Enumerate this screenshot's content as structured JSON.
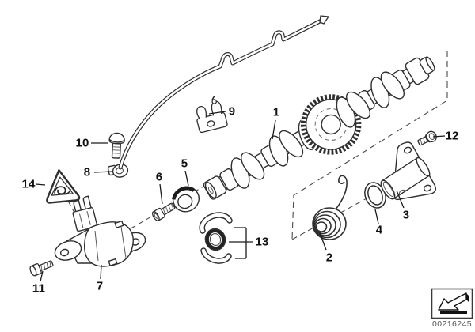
{
  "diagram": {
    "background": "#ffffff",
    "line_color": "#2f2f2f",
    "callouts": [
      {
        "label": "1"
      },
      {
        "label": "2"
      },
      {
        "label": "3"
      },
      {
        "label": "4"
      },
      {
        "label": "5"
      },
      {
        "label": "6"
      },
      {
        "label": "7"
      },
      {
        "label": "8"
      },
      {
        "label": "9"
      },
      {
        "label": "10"
      },
      {
        "label": "11"
      },
      {
        "label": "12"
      },
      {
        "label": "13"
      },
      {
        "label": "14"
      }
    ],
    "icons": {
      "warning_triangle": "warning-triangle-icon",
      "nav_arrow": "arrow-down-left-icon"
    }
  },
  "footer": {
    "image_number": "00216245"
  }
}
